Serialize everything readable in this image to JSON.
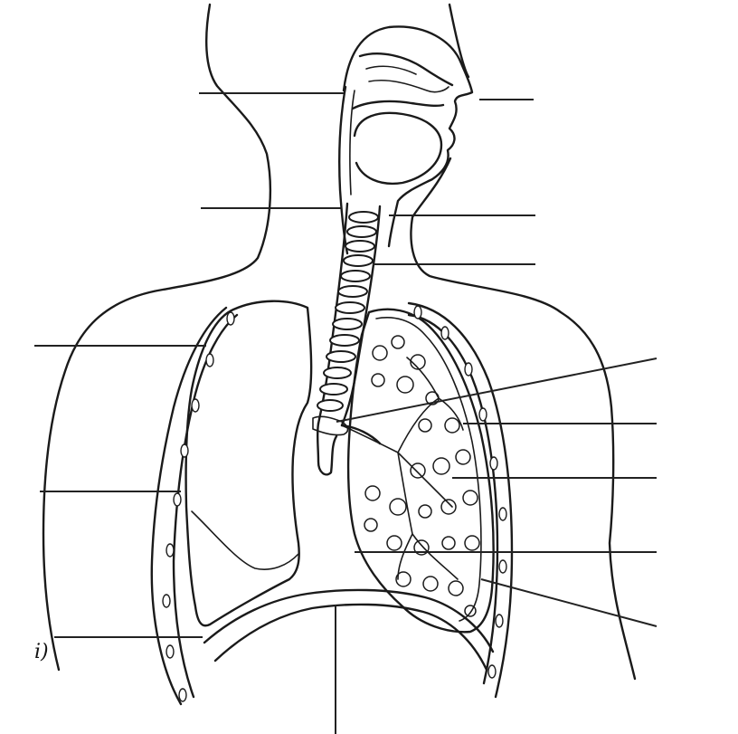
{
  "figure_marker": "i)",
  "colors": {
    "ink": "#1a1a1a",
    "background": "#ffffff"
  },
  "label_lines": [
    {
      "name": "label-line-nasal-cavity",
      "side": "left"
    },
    {
      "name": "label-line-nostril",
      "side": "right"
    },
    {
      "name": "label-line-pharynx",
      "side": "left"
    },
    {
      "name": "label-line-larynx",
      "side": "right"
    },
    {
      "name": "label-line-trachea",
      "side": "right"
    },
    {
      "name": "label-line-pleura",
      "side": "left"
    },
    {
      "name": "label-line-bronchus",
      "side": "right"
    },
    {
      "name": "label-line-bronchiole",
      "side": "right"
    },
    {
      "name": "label-line-alveoli",
      "side": "right"
    },
    {
      "name": "label-line-rib",
      "side": "left"
    },
    {
      "name": "label-line-intercostal-muscle",
      "side": "right"
    },
    {
      "name": "label-line-lung",
      "side": "right"
    },
    {
      "name": "label-line-pleural-cavity",
      "side": "left"
    },
    {
      "name": "label-line-diaphragm",
      "side": "bottom"
    }
  ]
}
